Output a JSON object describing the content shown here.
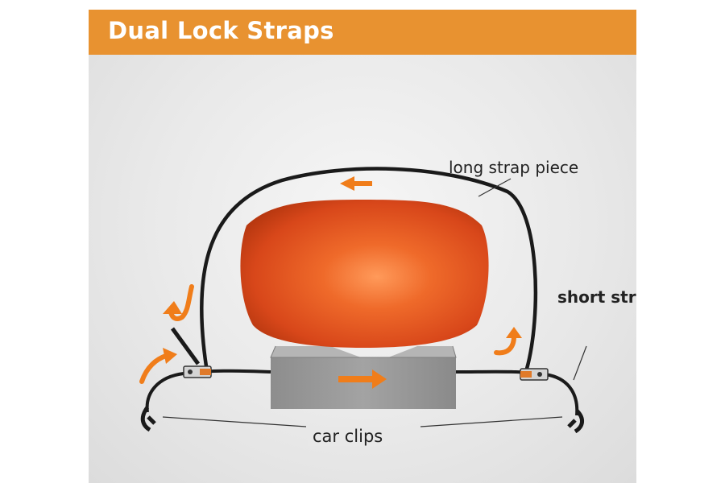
{
  "title": "Dual Lock Straps",
  "labels": {
    "long_strap": "long strap piece",
    "short_strap": "short strap piece",
    "car_clips": "car clips"
  },
  "colors": {
    "banner": "#e89230",
    "arrow": "#f07d1a",
    "kayak": "#e5531c",
    "strap": "#1a1a1a",
    "block": "#9b9b9b"
  },
  "icons": [
    "direction-arrow-icon"
  ]
}
